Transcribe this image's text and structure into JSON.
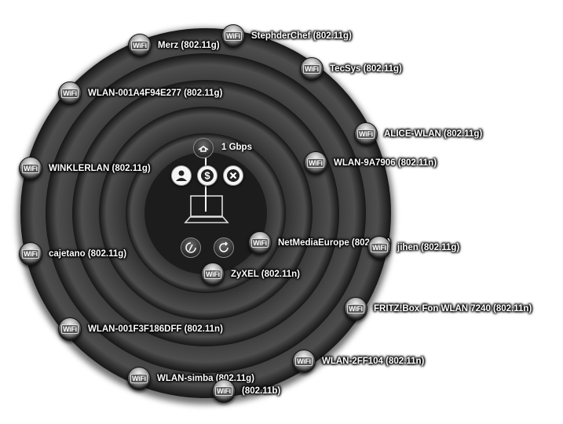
{
  "center": {
    "speed": "1 Gbps"
  },
  "networks": [
    {
      "label": "Merz (802.11g)"
    },
    {
      "label": "StephderChef (802.11g)"
    },
    {
      "label": "TecSys (802.11g)"
    },
    {
      "label": "WLAN-001A4F94E277 (802.11g)"
    },
    {
      "label": "ALICE-WLAN (802.11g)"
    },
    {
      "label": "WINKLERLAN (802.11g)"
    },
    {
      "label": "WLAN-9A7906 (802.11n)"
    },
    {
      "label": "NetMediaEurope (802.11g)"
    },
    {
      "label": "jihen (802.11g)"
    },
    {
      "label": "cajetano (802.11g)"
    },
    {
      "label": "ZyXEL (802.11n)"
    },
    {
      "label": "FRITZ!Box Fon WLAN 7240 (802.11n)"
    },
    {
      "label": "WLAN-001F3F186DFF (802.11n)"
    },
    {
      "label": "WLAN-2FF104 (802.11n)"
    },
    {
      "label": "WLAN-simba (802.11g)"
    },
    {
      "label": "(802.11b)"
    }
  ],
  "icons": {
    "badge_text": "WiFi"
  },
  "colors": {
    "ring_dark": "#111111",
    "ring_light": "#5a5a5a",
    "label": "#ffffff"
  }
}
